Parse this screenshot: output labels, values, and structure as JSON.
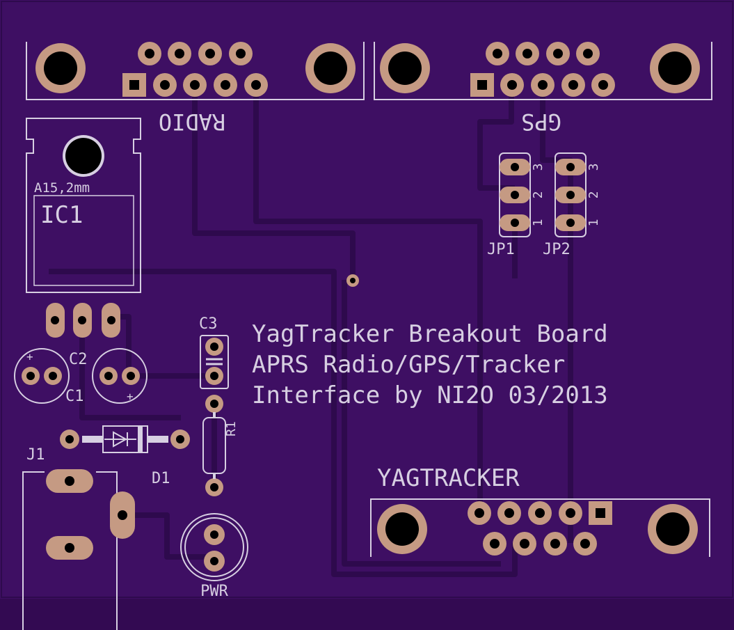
{
  "board": {
    "title_line1": "YagTracker Breakout Board",
    "title_line2": "APRS Radio/GPS/Tracker",
    "title_line3": "Interface by NI2O 03/2013"
  },
  "labels": {
    "radio": "RADIO",
    "gps": "GPS",
    "yagtracker": "YAGTRACKER",
    "ic1_name": "IC1",
    "ic1_value": "A15,2mm",
    "c1": "C1",
    "c2": "C2",
    "c3": "C3",
    "r1": "R1",
    "d1": "D1",
    "j1": "J1",
    "pwr": "PWR",
    "jp1": "JP1",
    "jp2": "JP2",
    "pin1": "1",
    "pin2": "2",
    "pin3": "3",
    "plus": "+"
  },
  "colors": {
    "board": "#3e0f63",
    "trace": "#2e0a4d",
    "silkscreen": "#d7cfe2",
    "pad": "#c59a83",
    "hole": "#000000"
  }
}
